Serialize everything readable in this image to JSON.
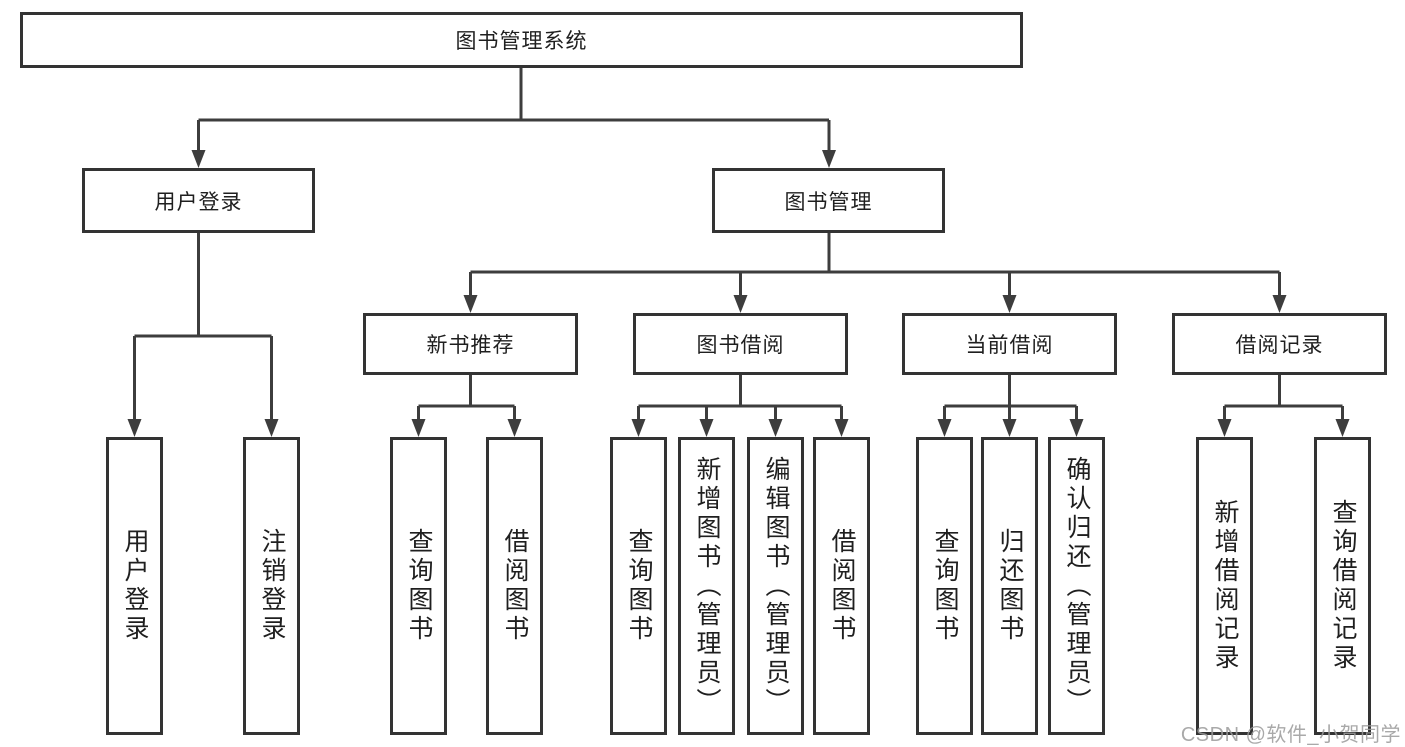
{
  "diagram": {
    "root": {
      "label": "图书管理系统"
    },
    "level2": [
      {
        "label": "用户登录"
      },
      {
        "label": "图书管理"
      }
    ],
    "level3": [
      {
        "label": "新书推荐"
      },
      {
        "label": "图书借阅"
      },
      {
        "label": "当前借阅"
      },
      {
        "label": "借阅记录"
      }
    ],
    "leaves": [
      {
        "label": "用户登录"
      },
      {
        "label": "注销登录"
      },
      {
        "label": "查询图书"
      },
      {
        "label": "借阅图书"
      },
      {
        "label": "查询图书"
      },
      {
        "label": "新增图书（管理员）"
      },
      {
        "label": "编辑图书（管理员）"
      },
      {
        "label": "借阅图书"
      },
      {
        "label": "查询图书"
      },
      {
        "label": "归还图书"
      },
      {
        "label": "确认归还（管理员）"
      },
      {
        "label": "新增借阅记录"
      },
      {
        "label": "查询借阅记录"
      }
    ]
  },
  "watermark": "CSDN @软件_小贺同学",
  "colors": {
    "line_color": "#3d3d3d",
    "border_color": "#333333",
    "text_color": "#1f1f1f",
    "watermark_color": "#9b9b9b",
    "background": "#ffffff"
  }
}
